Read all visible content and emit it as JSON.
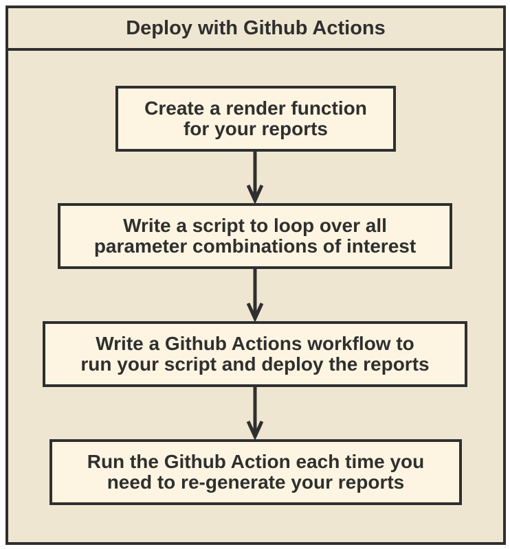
{
  "diagram": {
    "title": "Deploy with Github Actions",
    "steps": [
      {
        "label": "Create a render function\nfor your reports"
      },
      {
        "label": "Write a script to loop over all\nparameter combinations of interest"
      },
      {
        "label": "Write a Github Actions workflow to\nrun your script and deploy the reports"
      },
      {
        "label": "Run the Github Action each time you\nneed to re-generate your reports"
      }
    ],
    "colors": {
      "frame_background": "#efe6d2",
      "box_background": "#fdf5e1",
      "stroke": "#2f2f2f"
    }
  }
}
